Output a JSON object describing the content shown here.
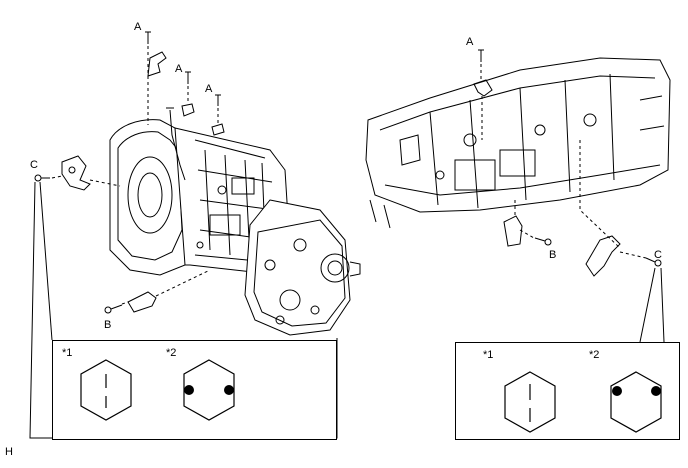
{
  "labels": {
    "bolt_a": "A",
    "bolt_b": "B",
    "bolt_c": "C",
    "figure_code": "H"
  },
  "callouts": {
    "left": {
      "item1": "*1",
      "item2": "*2"
    },
    "right": {
      "item1": "*1",
      "item2": "*2"
    }
  },
  "colors": {
    "line": "#000000",
    "background": "#ffffff"
  }
}
